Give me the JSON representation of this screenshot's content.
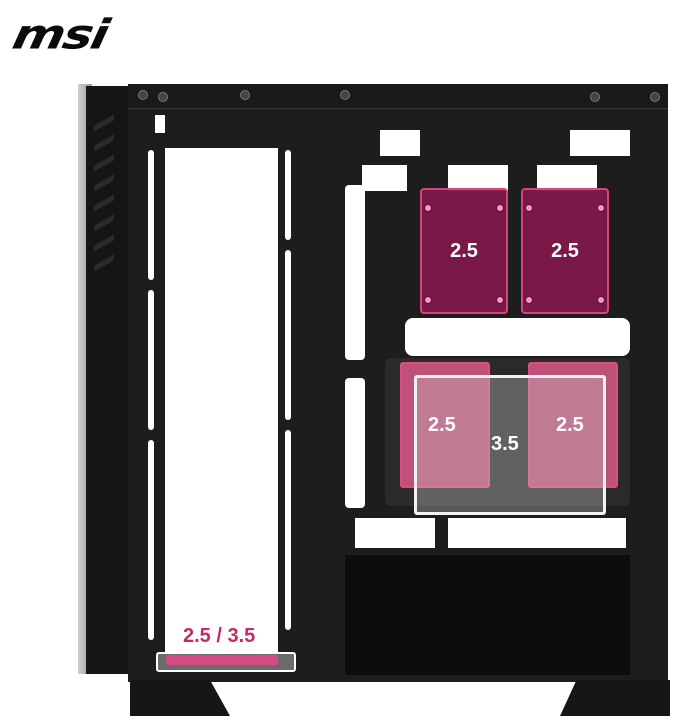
{
  "brand": {
    "logo_text": "msi"
  },
  "diagram": {
    "subject": "PC case side view with drive mounting locations",
    "accent_color": "#c72866",
    "ssd_fill_color": "#80194b",
    "hdd_outline_color": "#f2f2f2"
  },
  "bays": {
    "upper_left": {
      "label": "2.5"
    },
    "upper_right": {
      "label": "2.5"
    },
    "cage_left": {
      "label": "2.5"
    },
    "cage_center": {
      "label": "3.5"
    },
    "cage_right": {
      "label": "2.5"
    },
    "bottom": {
      "label": "2.5 / 3.5"
    }
  }
}
